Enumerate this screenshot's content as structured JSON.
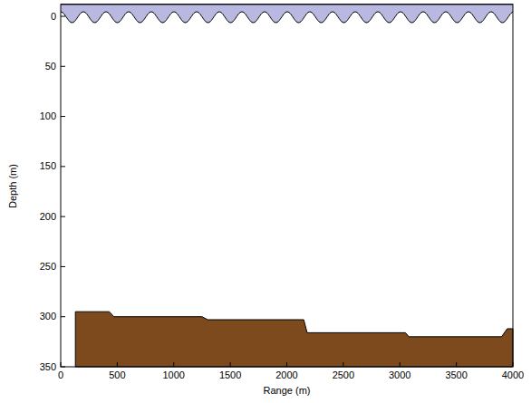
{
  "diagram": {
    "labels": [
      "0",
      "50",
      "100",
      "150",
      "200",
      "250",
      "300",
      "350",
      "0",
      "500",
      "1000",
      "1500",
      "2000",
      "2500",
      "3000",
      "3500",
      "4000",
      "Depth (m)",
      "Range (m)"
    ]
  }
}
